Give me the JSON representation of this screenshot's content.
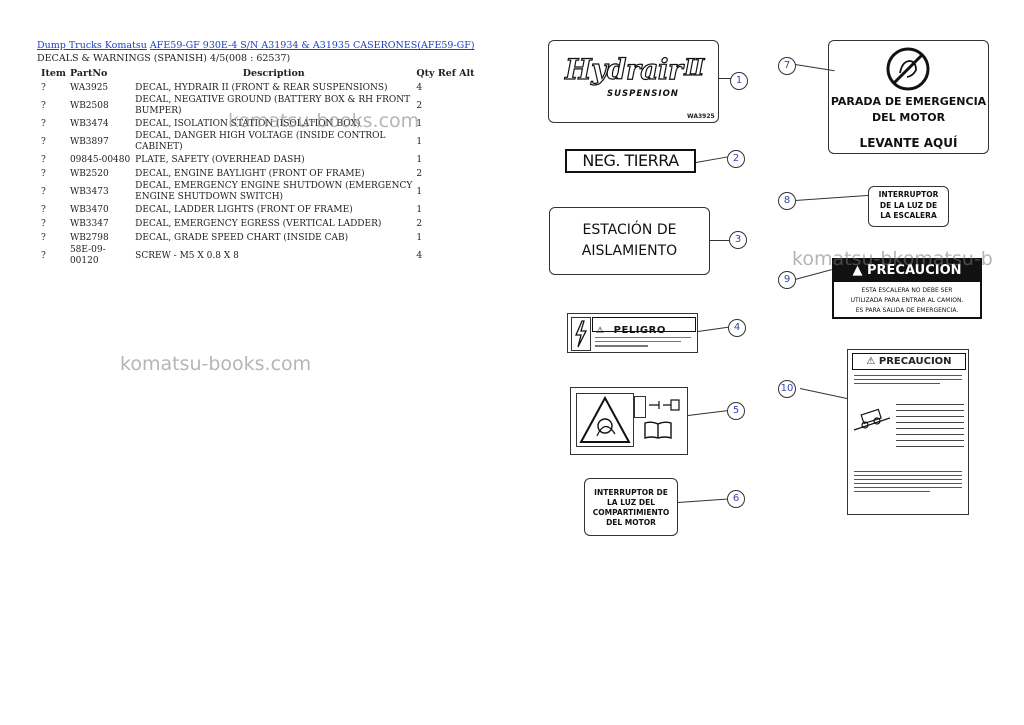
{
  "breadcrumb": {
    "link1": "Dump Trucks Komatsu",
    "link2": "AFE59-GF 930E-4 S/N A31934 & A31935 CASERONES(AFE59-GF)"
  },
  "subtitle": "DECALS & WARNINGS (SPANISH) 4/5(008 : 62537)",
  "table": {
    "headers": {
      "item": "Item",
      "part": "PartNo",
      "desc": "Description",
      "qty": "Qty Ref Alt"
    },
    "rows": [
      {
        "item": "?",
        "part": "WA3925",
        "desc": "DECAL, HYDRAIR II (FRONT & REAR SUSPENSIONS)",
        "qty": "4"
      },
      {
        "item": "?",
        "part": "WB2508",
        "desc": "DECAL, NEGATIVE GROUND (BATTERY BOX & RH FRONT BUMPER)",
        "qty": "2"
      },
      {
        "item": "?",
        "part": "WB3474",
        "desc": "DECAL, ISOLATION STATION (ISOLATION BOX)",
        "qty": "1"
      },
      {
        "item": "?",
        "part": "WB3897",
        "desc": "DECAL, DANGER HIGH VOLTAGE (INSIDE CONTROL CABINET)",
        "qty": "1"
      },
      {
        "item": "?",
        "part": "09845-00480",
        "desc": "PLATE, SAFETY (OVERHEAD DASH)",
        "qty": "1"
      },
      {
        "item": "?",
        "part": "WB2520",
        "desc": "DECAL, ENGINE BAYLIGHT (FRONT OF FRAME)",
        "qty": "2"
      },
      {
        "item": "?",
        "part": "WB3473",
        "desc": "DECAL, EMERGENCY ENGINE SHUTDOWN (EMERGENCY ENGINE SHUTDOWN SWITCH)",
        "qty": "1"
      },
      {
        "item": "?",
        "part": "WB3470",
        "desc": "DECAL, LADDER LIGHTS (FRONT OF FRAME)",
        "qty": "1"
      },
      {
        "item": "?",
        "part": "WB3347",
        "desc": "DECAL, EMERGENCY EGRESS (VERTICAL LADDER)",
        "qty": "2"
      },
      {
        "item": "?",
        "part": "WB2798",
        "desc": "DECAL, GRADE SPEED CHART (INSIDE CAB)",
        "qty": "1"
      },
      {
        "item": "?",
        "part": "58E-09-00120",
        "desc": "SCREW - M5 X 0.8 X 8",
        "qty": "4"
      }
    ]
  },
  "watermark": "komatsu-books.com",
  "watermark_right": "komatsu-bkomatsu-b",
  "decals": {
    "hydrair": {
      "logo": "Hydrair",
      "roman": "II",
      "sub": "SUSPENSION",
      "code": "WA3925"
    },
    "neg": {
      "text": "NEG. TIERRA"
    },
    "estacion": {
      "line1": "ESTACIÓN DE",
      "line2": "AISLAMIENTO"
    },
    "peligro": {
      "title": "PELIGRO"
    },
    "interruptor_motor": {
      "l1": "INTERRUPTOR DE",
      "l2": "LA LUZ DEL",
      "l3": "COMPARTIMIENTO",
      "l4": "DEL MOTOR"
    },
    "parada": {
      "l1": "PARADA DE EMERGENCIA",
      "l2": "DEL MOTOR",
      "l3": "LEVANTE AQUÍ"
    },
    "interruptor_escalera": {
      "l1": "INTERRUPTOR",
      "l2": "DE LA LUZ DE",
      "l3": "LA ESCALERA"
    },
    "precaucion1": {
      "title": "PRECAUCION",
      "l1": "ESTA ESCALERA NO DEBE SER",
      "l2": "UTILIZADA PARA ENTRAR AL CAMION.",
      "l3": "ES PARA SALIDA DE EMERGENCIA."
    },
    "precaucion2": {
      "title": "PRECAUCION"
    }
  },
  "callouts": [
    "1",
    "2",
    "3",
    "4",
    "5",
    "6",
    "7",
    "8",
    "9",
    "10"
  ]
}
